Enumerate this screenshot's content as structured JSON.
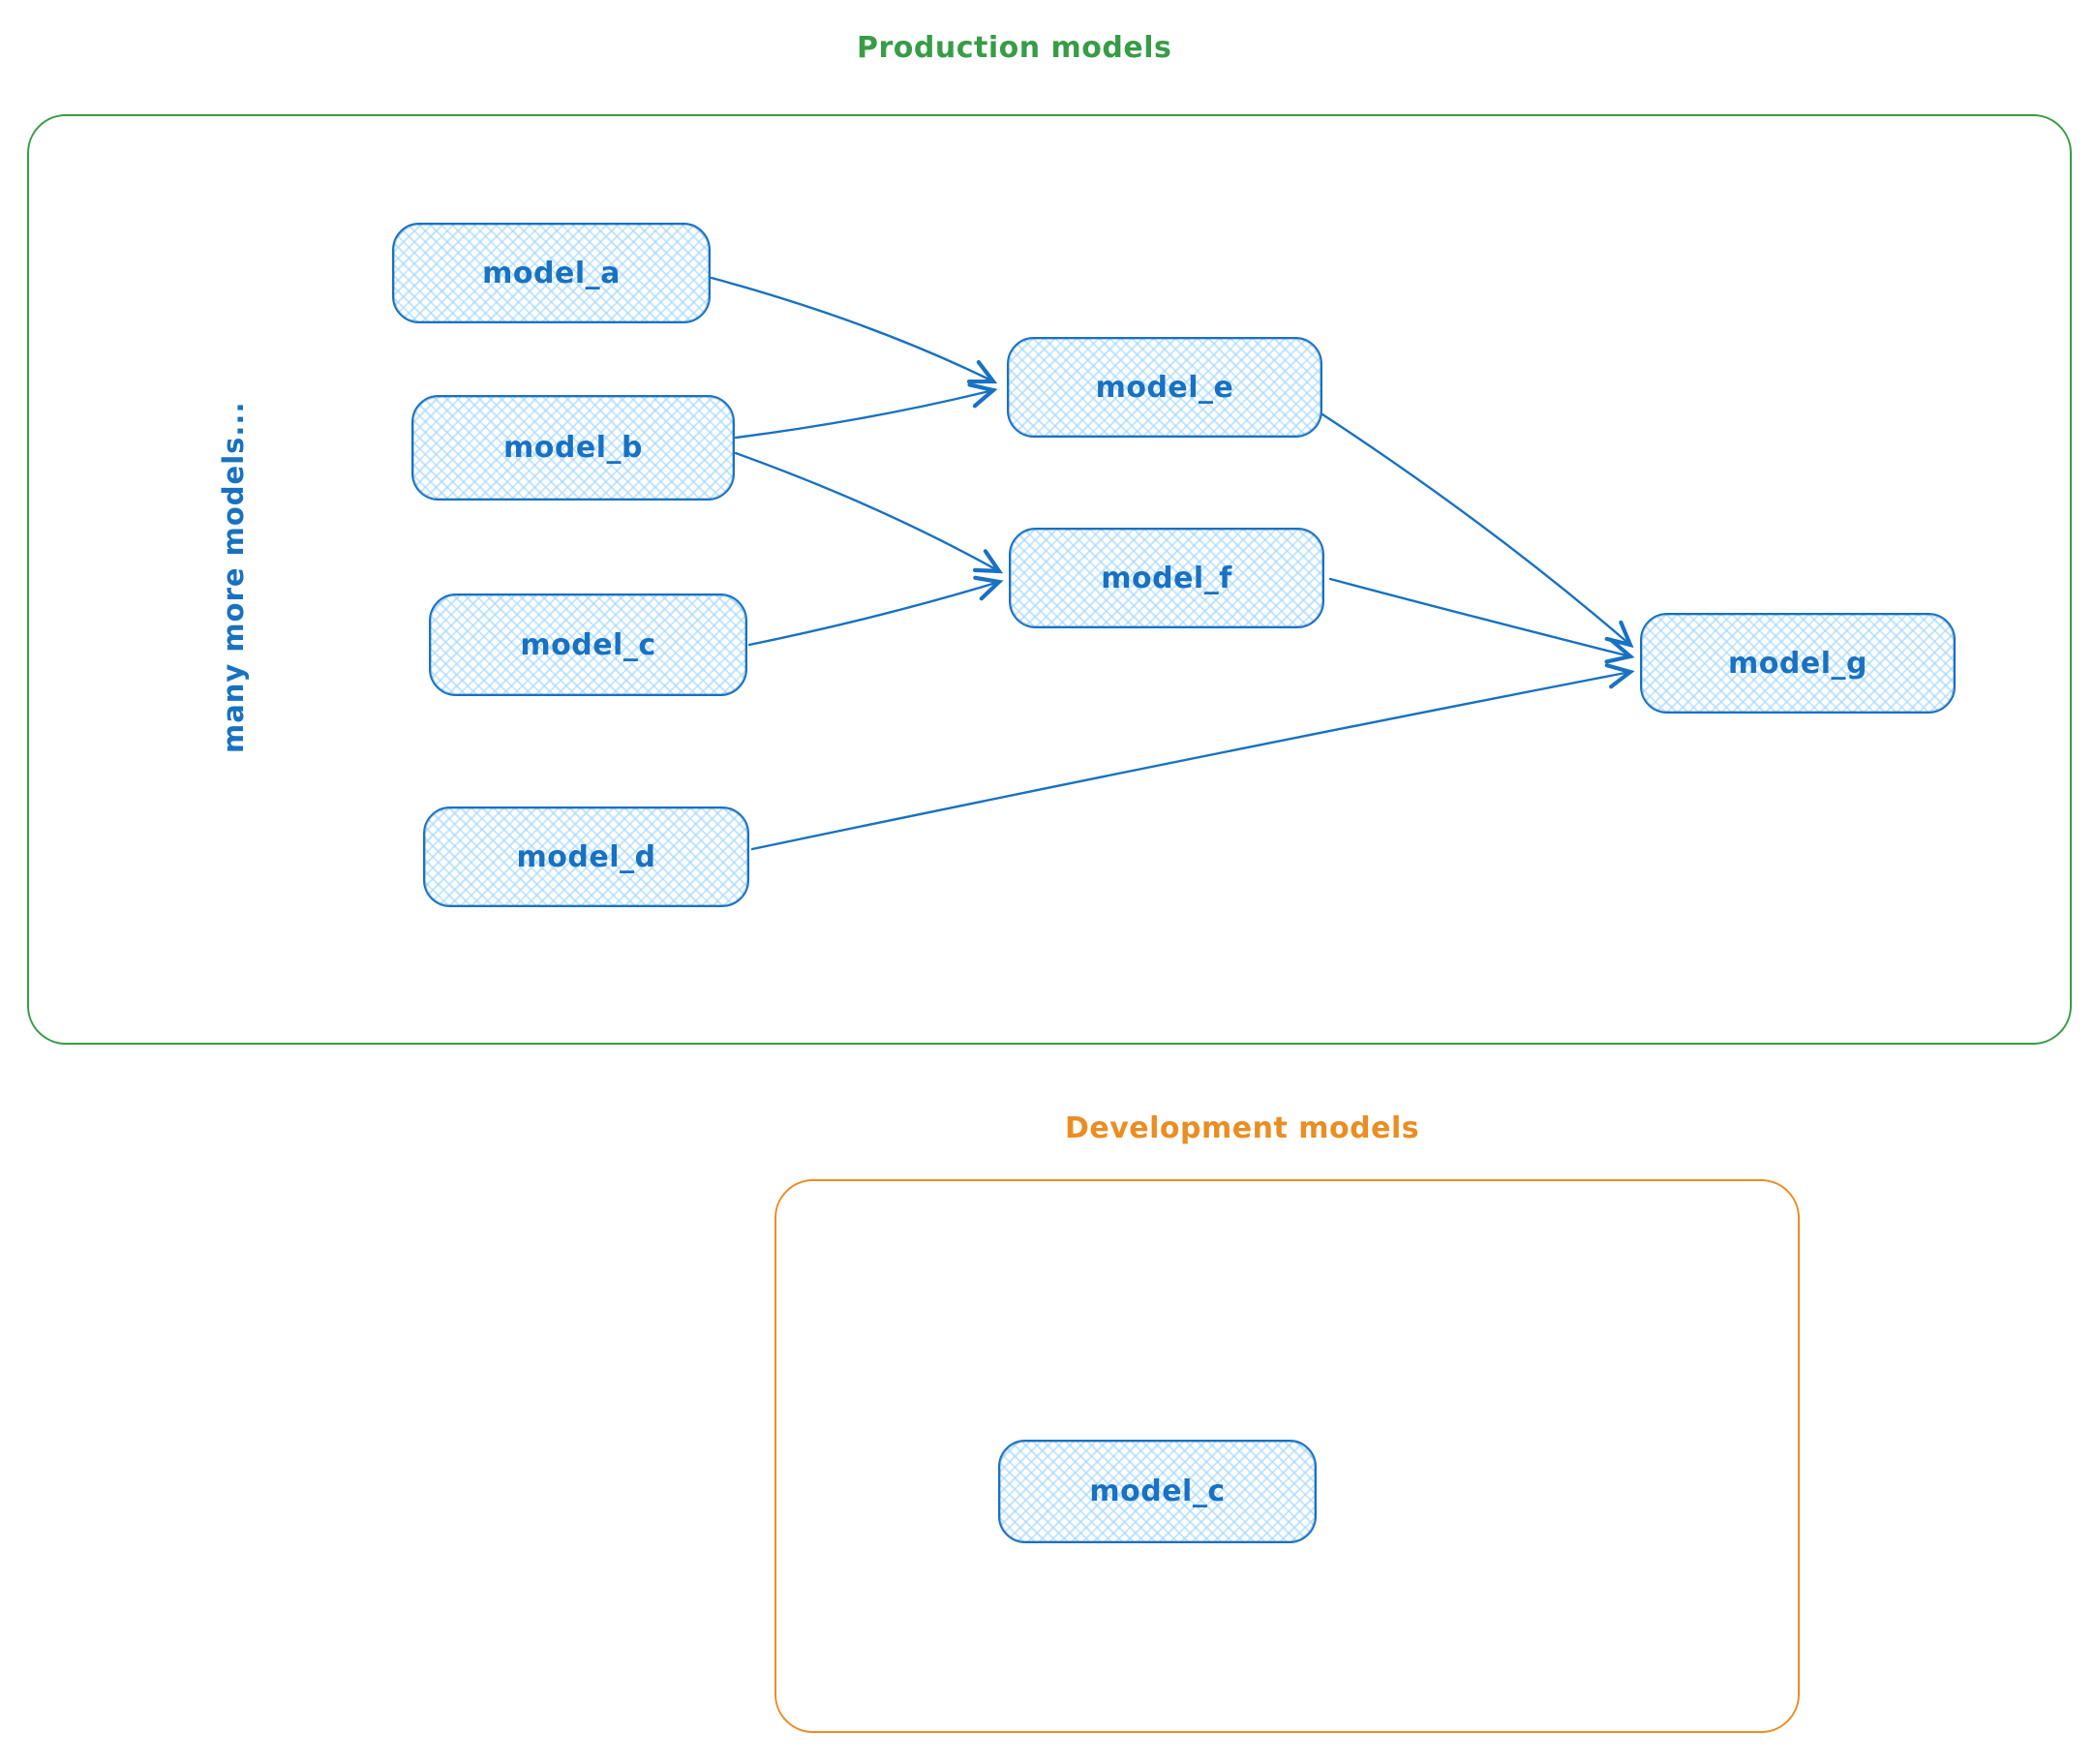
{
  "diagram": {
    "production": {
      "title": "Production models",
      "border_color": "#389c46",
      "note": "many more models...",
      "nodes": [
        {
          "id": "model_a",
          "label": "model_a"
        },
        {
          "id": "model_b",
          "label": "model_b"
        },
        {
          "id": "model_c",
          "label": "model_c"
        },
        {
          "id": "model_d",
          "label": "model_d"
        },
        {
          "id": "model_e",
          "label": "model_e"
        },
        {
          "id": "model_f",
          "label": "model_f"
        },
        {
          "id": "model_g",
          "label": "model_g"
        }
      ]
    },
    "development": {
      "title": "Development models",
      "border_color": "#ea8d22",
      "nodes": [
        {
          "id": "model_c_dev",
          "label": "model_c"
        }
      ]
    },
    "edges": [
      {
        "from": "model_a",
        "to": "model_e"
      },
      {
        "from": "model_b",
        "to": "model_e"
      },
      {
        "from": "model_b",
        "to": "model_f"
      },
      {
        "from": "model_c",
        "to": "model_f"
      },
      {
        "from": "model_e",
        "to": "model_g"
      },
      {
        "from": "model_f",
        "to": "model_g"
      },
      {
        "from": "model_d",
        "to": "model_g"
      }
    ],
    "colors": {
      "node_border": "#1971c2",
      "node_fill": "#a5d8ff",
      "arrow": "#1971c2",
      "production_green": "#389c46",
      "development_orange": "#ea8d22"
    }
  }
}
